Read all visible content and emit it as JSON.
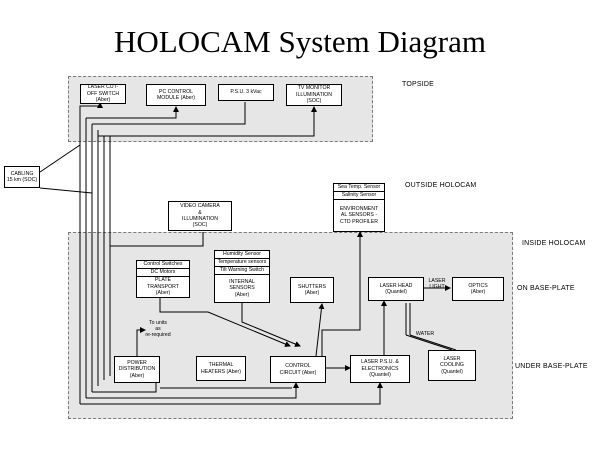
{
  "title": "HOLOCAM System Diagram",
  "zones": {
    "topside": "TOPSIDE",
    "outside": "OUTSIDE HOLOCAM",
    "inside": "INSIDE HOLOCAM",
    "on_base": "ON BASE-PLATE",
    "under_base": "UNDER BASE-PLATE"
  },
  "boxes": {
    "laser_cutoff": "LASER CUT-\nOFF SWITCH\n(Aber)",
    "pc_control": "PC CONTROL\nMODULE (Aber)",
    "psu_topside": "P.S.U. 3 kVac",
    "tv_monitor": "TV MONITOR\nILLUMINATION\n(SOC)",
    "cabling": "CABLING\n15 km (SOC)",
    "video_camera": "VIDEO CAMERA\n&\nILLUMINATION\n(SOC)",
    "env_sea_temp": "Sea Temp. Sensor",
    "env_salinity": "Salinity Sensor",
    "env_main": "ENVIRONMENT\nAL SENSORS -\nCTD PROFILER",
    "plate_control_switches": "Control Switches",
    "plate_dc_motors": "DC Motors",
    "plate_main": "PLATE\nTRANSPORT\n(Aber)",
    "int_humidity": "Humidity Sensor",
    "int_temperature": "Temperature sensors",
    "int_tilt": "Tilt Warning Switch",
    "int_main": "INTERNAL\nSENSORS\n(Aber)",
    "shutters": "SHUTTERS\n(Aber)",
    "laser_head": "LASER HEAD\n(Quantel)",
    "optics": "OPTICS\n(Aber)",
    "power_distribution": "POWER\nDISTRIBUTION\n(Aber)",
    "thermal_heaters": "THERMAL\nHEATERS (Aber)",
    "control_circuit": "CONTROL\nCIRCUIT (Aber)",
    "laser_psu": "LASER P.S.U. &\nELECTRONICS\n(Quantel)",
    "laser_cooling": "LASER\nCOOLING\n(Quantel)"
  },
  "labels": {
    "to_units": "To units\nas\nre-required",
    "laser_light": "LASER\nLIGHT",
    "water": "WATER"
  }
}
